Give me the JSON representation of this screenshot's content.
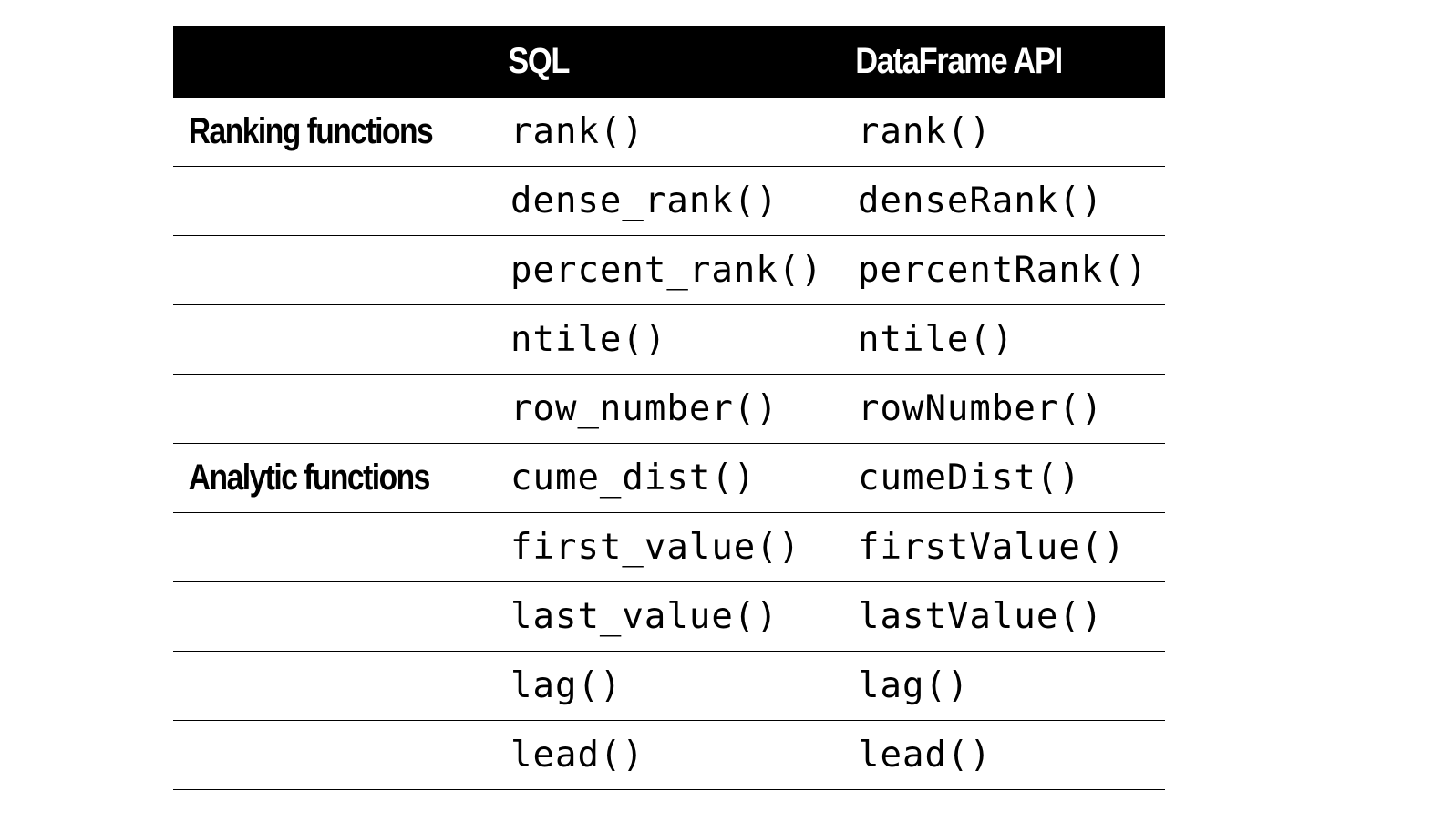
{
  "table": {
    "headers": [
      "",
      "SQL",
      "DataFrame API"
    ],
    "rows": [
      {
        "category": "Ranking functions",
        "sql": "rank()",
        "api": "rank()"
      },
      {
        "category": "",
        "sql": "dense_rank()",
        "api": "denseRank()"
      },
      {
        "category": "",
        "sql": "percent_rank()",
        "api": "percentRank()"
      },
      {
        "category": "",
        "sql": "ntile()",
        "api": "ntile()"
      },
      {
        "category": "",
        "sql": "row_number()",
        "api": "rowNumber()"
      },
      {
        "category": "Analytic functions",
        "sql": "cume_dist()",
        "api": "cumeDist()"
      },
      {
        "category": "",
        "sql": "first_value()",
        "api": "firstValue()"
      },
      {
        "category": "",
        "sql": "last_value()",
        "api": "lastValue()"
      },
      {
        "category": "",
        "sql": "lag()",
        "api": "lag()"
      },
      {
        "category": "",
        "sql": "lead()",
        "api": "lead()"
      }
    ]
  },
  "colors": {
    "header_bg": "#000000",
    "header_text": "#ffffff",
    "body_text": "#000000",
    "rule": "#000000"
  }
}
